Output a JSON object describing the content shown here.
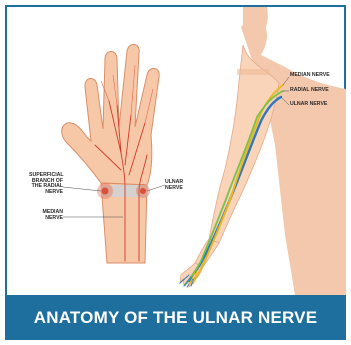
{
  "labels": {
    "median_nerve_arm": "MEDIAN NERVE",
    "radial_nerve_arm": "RADIAL NERVE",
    "ulnar_nerve_arm": "ULNAR NERVE",
    "superficial_branch": "SUPERFICIAL BRANCH OF THE RADIAL NERVE",
    "median_nerve_hand": "MEDIAN NERVE",
    "ulnar_nerve_hand": "ULNAR NERVE"
  },
  "banner": {
    "title": "ANATOMY OF THE ULNAR NERVE"
  },
  "colors": {
    "banner": "#1f6f9e",
    "skin": "#f7c8a8",
    "skin_outline": "#d98e68",
    "nerve_median": "#e9b820",
    "nerve_radial": "#7cc04a",
    "nerve_ulnar": "#2f78c0",
    "nerve_hand": "#d23a2a"
  },
  "icons": [
    "hand-illustration",
    "arm-illustration",
    "wrist-band-icon"
  ]
}
